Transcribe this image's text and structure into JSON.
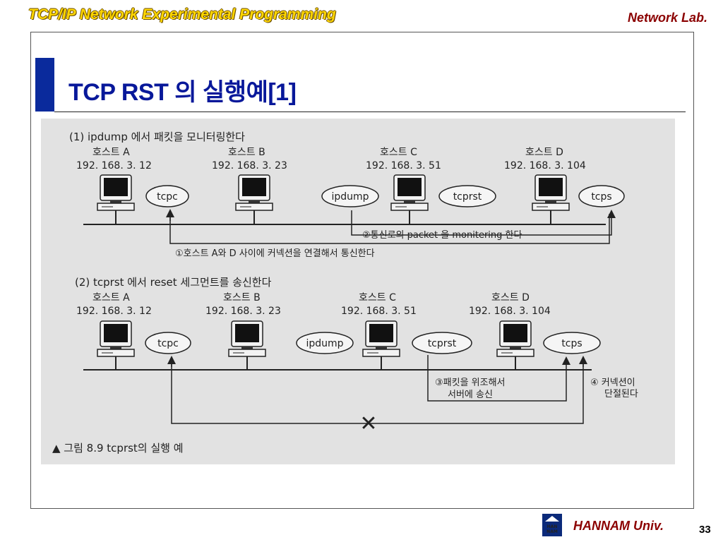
{
  "header": {
    "course_title": "TCP/IP Network Experimental Programming",
    "lab_name": "Network Lab."
  },
  "slide": {
    "title": "TCP RST 의 실행예[1]"
  },
  "figure": {
    "section1": {
      "heading": "(1) ipdump 에서  패킷을 모니터링한다",
      "hosts": [
        {
          "name": "호스트 A",
          "ip": "192. 168. 3. 12",
          "apps": [
            "tcpc"
          ]
        },
        {
          "name": "호스트 B",
          "ip": "192. 168. 3. 23",
          "apps": []
        },
        {
          "name": "호스트 C",
          "ip": "192. 168. 3. 51",
          "apps": [
            "ipdump",
            "tcprst"
          ]
        },
        {
          "name": "호스트 D",
          "ip": "192. 168. 3. 104",
          "apps": [
            "tcps"
          ]
        }
      ],
      "annotation_monitor": "②통신로의  packet 을  monitering 한다",
      "annotation_connect": "①호스트  A와  D  사이에  커넥션을 연결해서 통신한다"
    },
    "section2": {
      "heading": "(2) tcprst 에서  reset  세그먼트를  송신한다",
      "hosts": [
        {
          "name": "호스트 A",
          "ip": "192. 168. 3. 12",
          "apps": [
            "tcpc"
          ]
        },
        {
          "name": "호스트 B",
          "ip": "192. 168. 3. 23",
          "apps": []
        },
        {
          "name": "호스트 C",
          "ip": "192. 168. 3. 51",
          "apps": [
            "ipdump",
            "tcprst"
          ]
        },
        {
          "name": "호스트 D",
          "ip": "192. 168. 3. 104",
          "apps": [
            "tcps"
          ]
        }
      ],
      "annotation_forge_line1": "③패킷을  위조해서",
      "annotation_forge_line2": "서버에  송신",
      "annotation_cut_line1": "④ 커넥션이",
      "annotation_cut_line2": "단절된다",
      "cut_mark": "✕"
    },
    "caption": "▲ 그림 8.9 tcprst의 실행 예"
  },
  "footer": {
    "university": "HANNAM Univ.",
    "page_number": "33",
    "logo_text_top": "HAN",
    "logo_text_bottom": "NAM"
  },
  "colors": {
    "header_gold": "#FFD700",
    "accent_red": "#8B0000",
    "title_blue": "#08189a",
    "bar_blue": "#0a2a9c"
  }
}
